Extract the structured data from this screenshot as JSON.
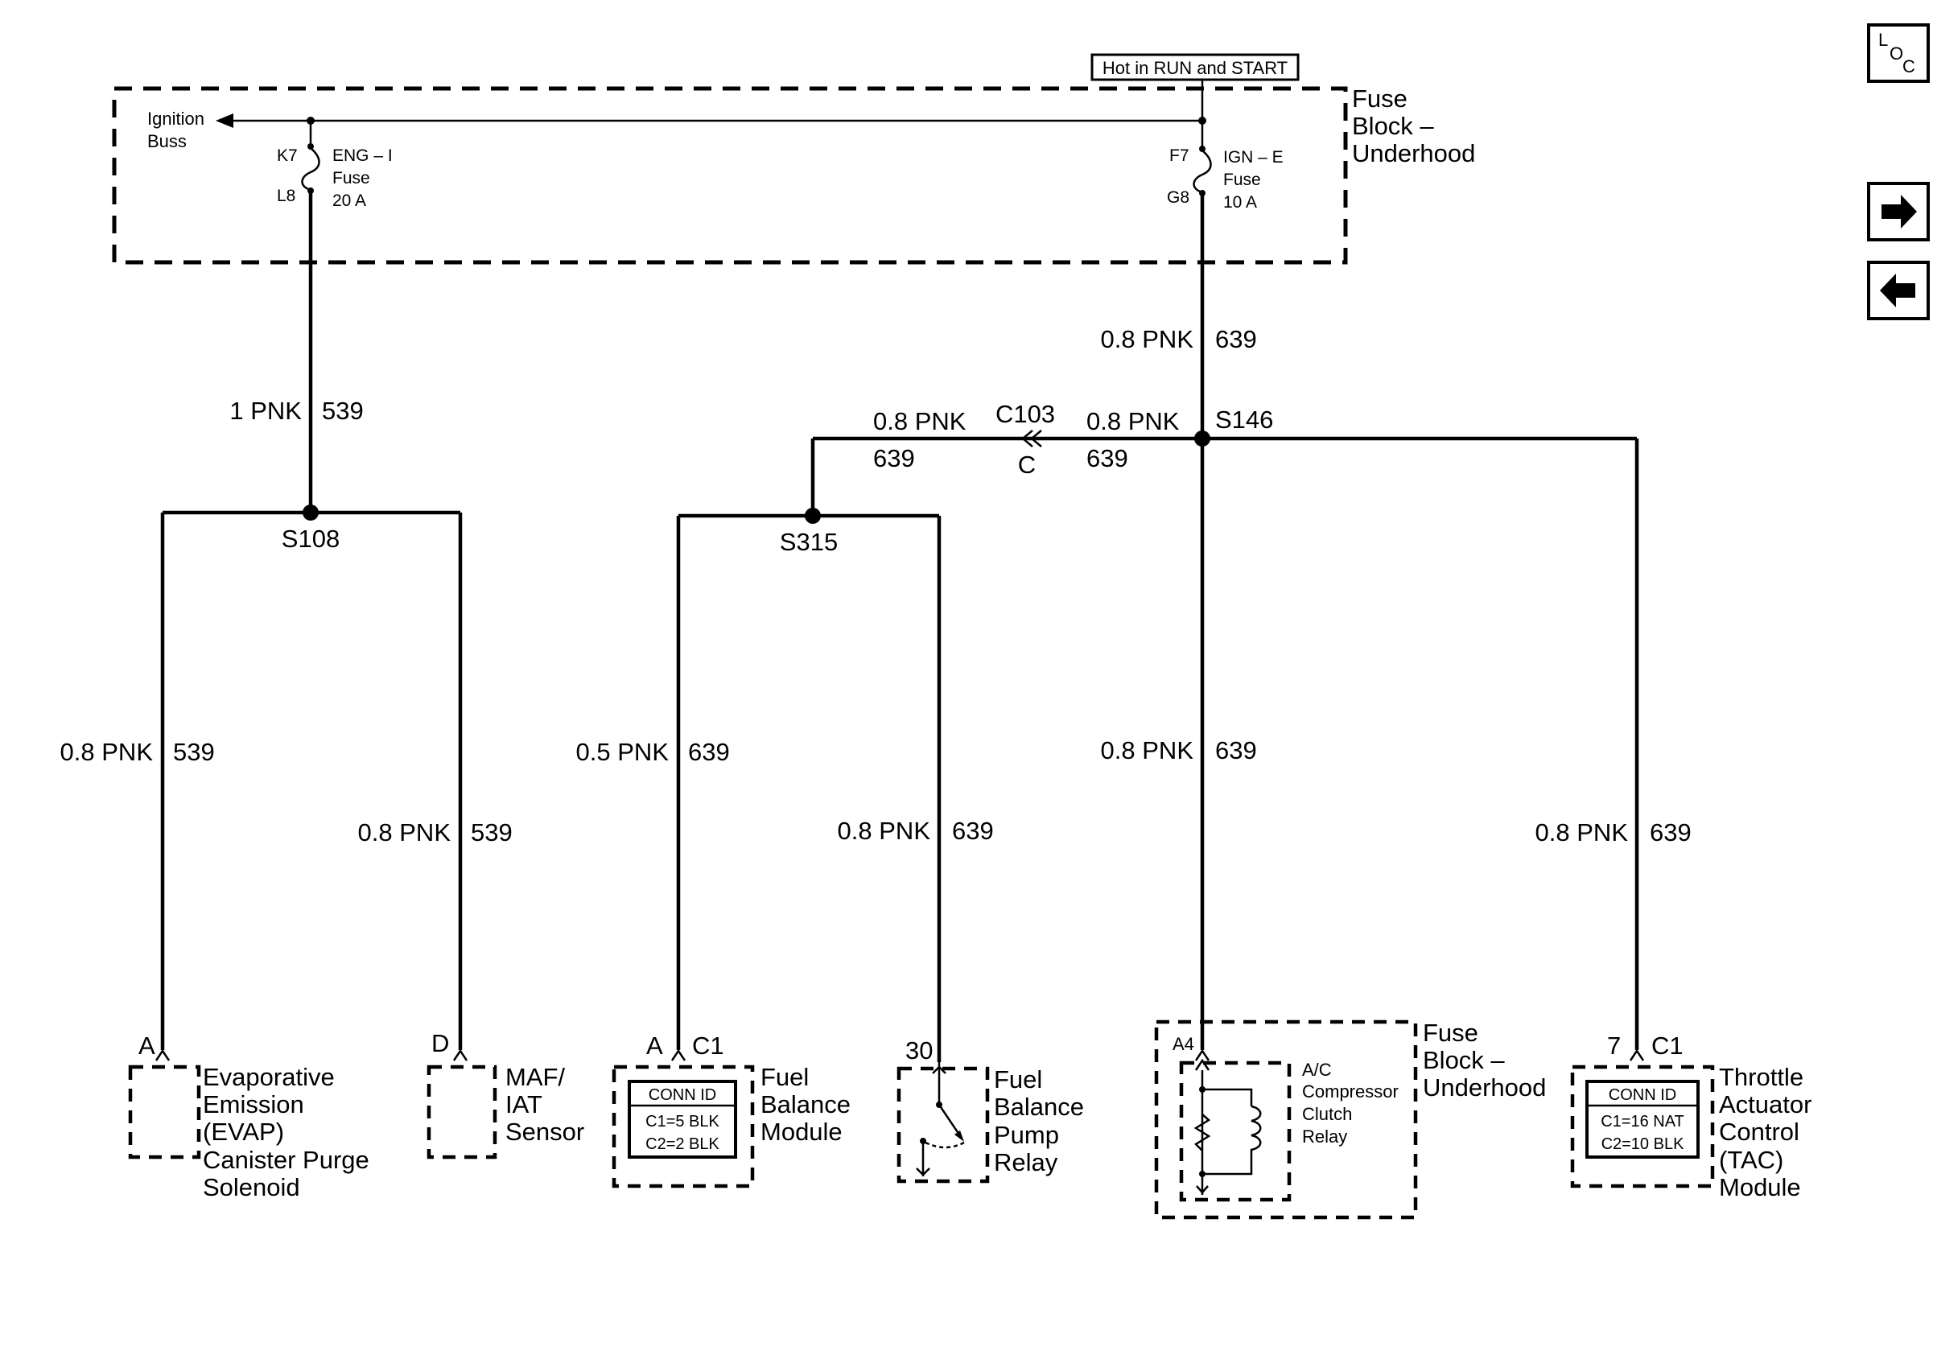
{
  "banner": "Hot in RUN and START",
  "fuse_block_top": {
    "l1": "Fuse",
    "l2": "Block –",
    "l3": "Underhood"
  },
  "ignition_buss": {
    "l1": "Ignition",
    "l2": "Buss"
  },
  "fuse_eng": {
    "top_pin": "K7",
    "bottom_pin": "L8",
    "name": "ENG – I",
    "kind": "Fuse",
    "rating": "20 A"
  },
  "fuse_ign": {
    "top_pin": "F7",
    "bottom_pin": "G8",
    "name": "IGN – E",
    "kind": "Fuse",
    "rating": "10 A"
  },
  "wires": {
    "w_539_main": {
      "gauge": "1 PNK",
      "circuit": "539"
    },
    "w_639_main": {
      "gauge": "0.8 PNK",
      "circuit": "639"
    },
    "w_639_c103_left": {
      "gauge": "0.8 PNK",
      "circuit": "639"
    },
    "w_639_c103_right": {
      "gauge": "0.8 PNK",
      "circuit": "639"
    },
    "w_evap": {
      "gauge": "0.8 PNK",
      "circuit": "539"
    },
    "w_maf": {
      "gauge": "0.8 PNK",
      "circuit": "539"
    },
    "w_fbm": {
      "gauge": "0.5 PNK",
      "circuit": "639"
    },
    "w_relay": {
      "gauge": "0.8 PNK",
      "circuit": "639"
    },
    "w_ac": {
      "gauge": "0.8 PNK",
      "circuit": "639"
    },
    "w_tac": {
      "gauge": "0.8 PNK",
      "circuit": "639"
    }
  },
  "splices": {
    "s108": "S108",
    "s315": "S315",
    "s146": "S146"
  },
  "connector_c103": {
    "name": "C103",
    "cavity": "C"
  },
  "components": {
    "evap": {
      "pin": "A",
      "lines": [
        "Evaporative",
        "Emission",
        "(EVAP)",
        "Canister Purge",
        "Solenoid"
      ]
    },
    "maf": {
      "pin": "D",
      "lines": [
        "MAF/",
        "IAT",
        "Sensor"
      ]
    },
    "fbm": {
      "pin": "A",
      "conn": "C1",
      "conn_id": "CONN ID",
      "c1": "C1=5 BLK",
      "c2": "C2=2 BLK",
      "lines": [
        "Fuel",
        "Balance",
        "Module"
      ]
    },
    "relay": {
      "pin": "30",
      "lines": [
        "Fuel",
        "Balance",
        "Pump",
        "Relay"
      ]
    },
    "ac": {
      "pin": "A4",
      "inner": [
        "A/C",
        "Compressor",
        "Clutch",
        "Relay"
      ],
      "lines": [
        "Fuse",
        "Block –",
        "Underhood"
      ]
    },
    "tac": {
      "pin": "7",
      "conn": "C1",
      "conn_id": "CONN ID",
      "c1": "C1=16 NAT",
      "c2": "C2=10 BLK",
      "lines": [
        "Throttle",
        "Actuator",
        "Control",
        "(TAC)",
        "Module"
      ]
    }
  },
  "loc_icon": {
    "l": "L",
    "o": "O",
    "c": "C"
  },
  "nav_icons": [
    "arrow-right-icon",
    "arrow-left-icon"
  ]
}
